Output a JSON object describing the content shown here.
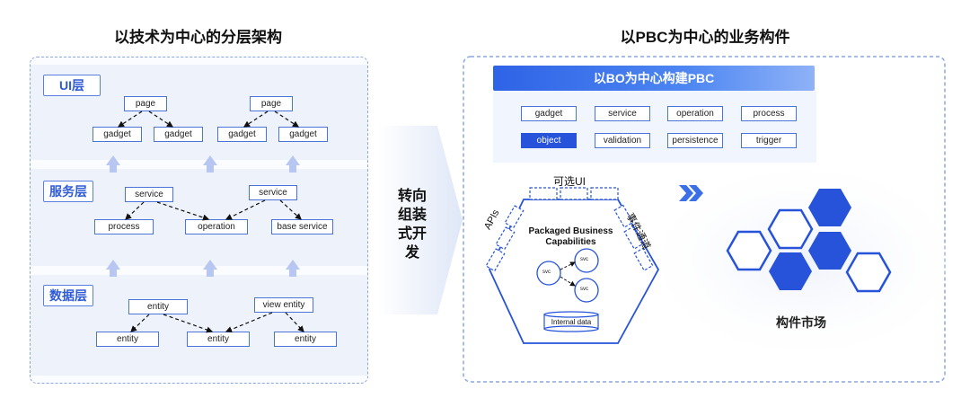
{
  "left": {
    "title": "以技术为中心的分层架构",
    "layers": {
      "ui": "UI层",
      "service": "服务层",
      "data": "数据层"
    },
    "ui_boxes": [
      "page",
      "gadget",
      "gadget",
      "page",
      "gadget",
      "gadget"
    ],
    "service_boxes": [
      "service",
      "process",
      "operation",
      "service",
      "base service"
    ],
    "data_boxes": [
      "entity",
      "entity",
      "entity",
      "view entity",
      "entity"
    ]
  },
  "middle": {
    "label": "转向组装式开发"
  },
  "right": {
    "title": "以PBC为中心的业务构件",
    "header": "以BO为中心构建PBC",
    "items": [
      "gadget",
      "service",
      "operation",
      "process",
      "object",
      "validation",
      "persistence",
      "trigger"
    ],
    "selected_item": "object",
    "hex": {
      "optional_ui": "可选UI",
      "apis": "APIs",
      "event_channel": "事件通道",
      "capability_line1": "Packaged Business",
      "capability_line2": "Capabilities",
      "svc": "svc",
      "internal_data": "Internal data"
    },
    "market": "构件市场"
  },
  "colors": {
    "primary": "#2653d9",
    "border": "#4a74d8",
    "band": "#eef2fa",
    "arrow": "#b8c6f2",
    "hex_dark": "#2a4fd8"
  }
}
